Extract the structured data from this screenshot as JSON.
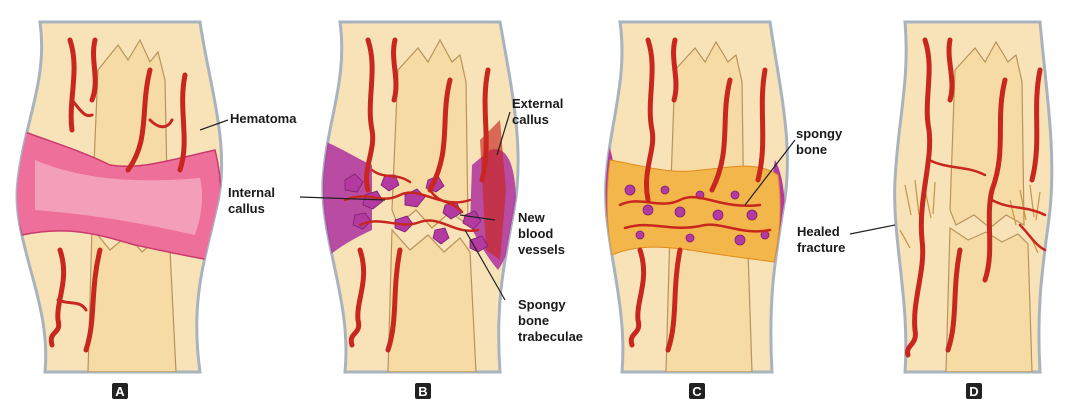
{
  "panels": [
    {
      "id": "A",
      "badge": "A",
      "labels": [
        {
          "key": "hematoma",
          "lines": [
            "Hematoma"
          ]
        }
      ]
    },
    {
      "id": "B",
      "badge": "B",
      "labels": [
        {
          "key": "external_callus",
          "lines": [
            "External",
            "callus"
          ]
        },
        {
          "key": "internal_callus",
          "lines": [
            "Internal",
            "callus"
          ]
        },
        {
          "key": "new_blood_vessels",
          "lines": [
            "New",
            "blood",
            "vessels"
          ]
        },
        {
          "key": "spongy_bone_trabeculae",
          "lines": [
            "Spongy",
            "bone",
            "trabeculae"
          ]
        }
      ]
    },
    {
      "id": "C",
      "badge": "C",
      "labels": [
        {
          "key": "spongy_bone",
          "lines": [
            "spongy",
            "bone"
          ]
        }
      ]
    },
    {
      "id": "D",
      "badge": "D",
      "labels": [
        {
          "key": "healed_fracture",
          "lines": [
            "Healed",
            "fracture"
          ]
        }
      ]
    }
  ],
  "colors": {
    "tissue": "#f8e3b8",
    "bone": "#f6dca4",
    "hematoma": "#ee6f9a",
    "callus": "#b23aa0",
    "vessel": "#c8271f",
    "spongy_bone": "#f2b64a",
    "badge": "#222222"
  }
}
